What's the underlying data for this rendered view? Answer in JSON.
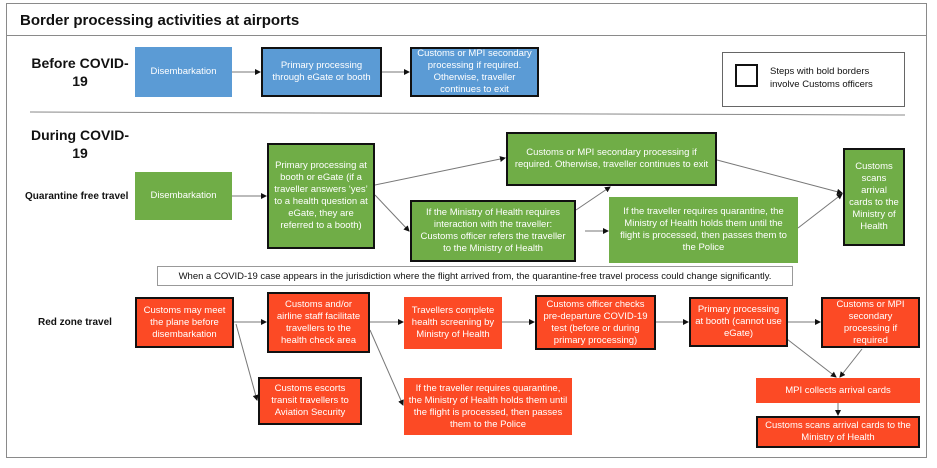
{
  "title": "Border processing activities at airports",
  "sections": {
    "before": "Before COVID-19",
    "during": "During COVID-19"
  },
  "rows": {
    "quarantine_free": "Quarantine free travel",
    "red_zone": "Red zone travel"
  },
  "legend": {
    "text": "Steps with bold borders involve Customs officers"
  },
  "colors": {
    "before": "#5b9bd5",
    "quarantine_free": "#70ad47",
    "red_zone": "#fc4a25"
  },
  "before": [
    {
      "text": "Disembarkation",
      "customs": false
    },
    {
      "text": "Primary processing through eGate or booth",
      "customs": true
    },
    {
      "text": "Customs or MPI secondary processing if required. Otherwise, traveller continues to exit",
      "customs": true
    }
  ],
  "quarantine_free": [
    {
      "text": "Disembarkation",
      "customs": false
    },
    {
      "text": "Primary processing at booth or eGate (if a traveller answers ‘yes’ to a health question at eGate, they are referred to a booth)",
      "customs": true
    },
    {
      "text": "Customs or MPI secondary processing if required. Otherwise, traveller continues to exit",
      "customs": true
    },
    {
      "text": "If the Ministry of Health requires interaction with the traveller: Customs officer refers the traveller to the Ministry of Health",
      "customs": true
    },
    {
      "text": "If the traveller requires quarantine, the Ministry of Health holds them until the flight is processed, then passes them to the Police",
      "customs": false
    },
    {
      "text": "Customs scans arrival cards to the Ministry of Health",
      "customs": true
    }
  ],
  "note": "When a COVID-19 case appears in the jurisdiction where the flight arrived from, the quarantine-free travel process could change significantly.",
  "red_zone": [
    {
      "text": "Customs may meet the plane before disembarkation",
      "customs": true
    },
    {
      "text": "Customs and/or airline staff facilitate travellers to the health check area",
      "customs": true
    },
    {
      "text": "Travellers complete health screening by Ministry of Health",
      "customs": false
    },
    {
      "text": "Customs officer checks pre-departure COVID-19 test (before or during primary processing)",
      "customs": true
    },
    {
      "text": "Primary processing at booth (cannot use eGate)",
      "customs": true
    },
    {
      "text": "Customs or MPI secondary processing if required",
      "customs": true
    },
    {
      "text": "Customs escorts transit travellers to Aviation Security",
      "customs": true
    },
    {
      "text": "If the traveller requires quarantine, the Ministry of Health holds them until the flight is processed, then passes them to the Police",
      "customs": false
    },
    {
      "text": "MPI collects arrival cards",
      "customs": false
    },
    {
      "text": "Customs scans arrival cards to the Ministry of Health",
      "customs": true
    }
  ]
}
